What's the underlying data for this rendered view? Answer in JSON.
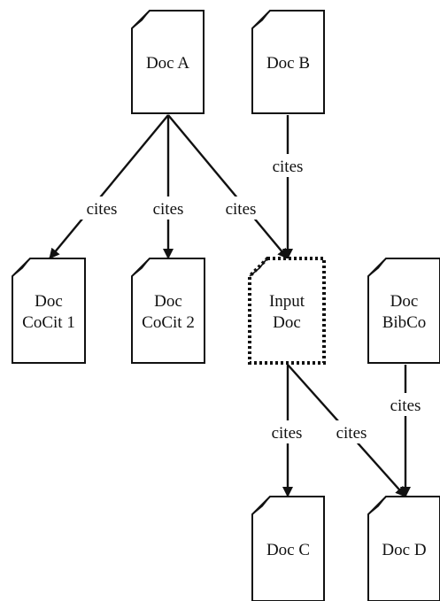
{
  "diagram": {
    "documents": [
      {
        "id": "doc-a",
        "lines": [
          "Doc A"
        ]
      },
      {
        "id": "doc-b",
        "lines": [
          "Doc B"
        ]
      },
      {
        "id": "doc-cocit-1",
        "lines": [
          "Doc",
          "CoCit 1"
        ]
      },
      {
        "id": "doc-cocit-2",
        "lines": [
          "Doc",
          "CoCit 2"
        ]
      },
      {
        "id": "input-doc",
        "lines": [
          "Input",
          "Doc"
        ],
        "style": "dotted"
      },
      {
        "id": "doc-bibco",
        "lines": [
          "Doc",
          "BibCo"
        ]
      },
      {
        "id": "doc-c",
        "lines": [
          "Doc C"
        ]
      },
      {
        "id": "doc-d",
        "lines": [
          "Doc D"
        ]
      }
    ],
    "edges": [
      {
        "from": "doc-a",
        "to": "doc-cocit-1",
        "label": "cites"
      },
      {
        "from": "doc-a",
        "to": "doc-cocit-2",
        "label": "cites"
      },
      {
        "from": "doc-a",
        "to": "input-doc",
        "label": "cites"
      },
      {
        "from": "doc-b",
        "to": "input-doc",
        "label": "cites"
      },
      {
        "from": "input-doc",
        "to": "doc-c",
        "label": "cites"
      },
      {
        "from": "input-doc",
        "to": "doc-d",
        "label": "cites"
      },
      {
        "from": "doc-bibco",
        "to": "doc-d",
        "label": "cites"
      }
    ],
    "colors": {
      "stroke": "#111111",
      "background": "#ffffff"
    }
  }
}
